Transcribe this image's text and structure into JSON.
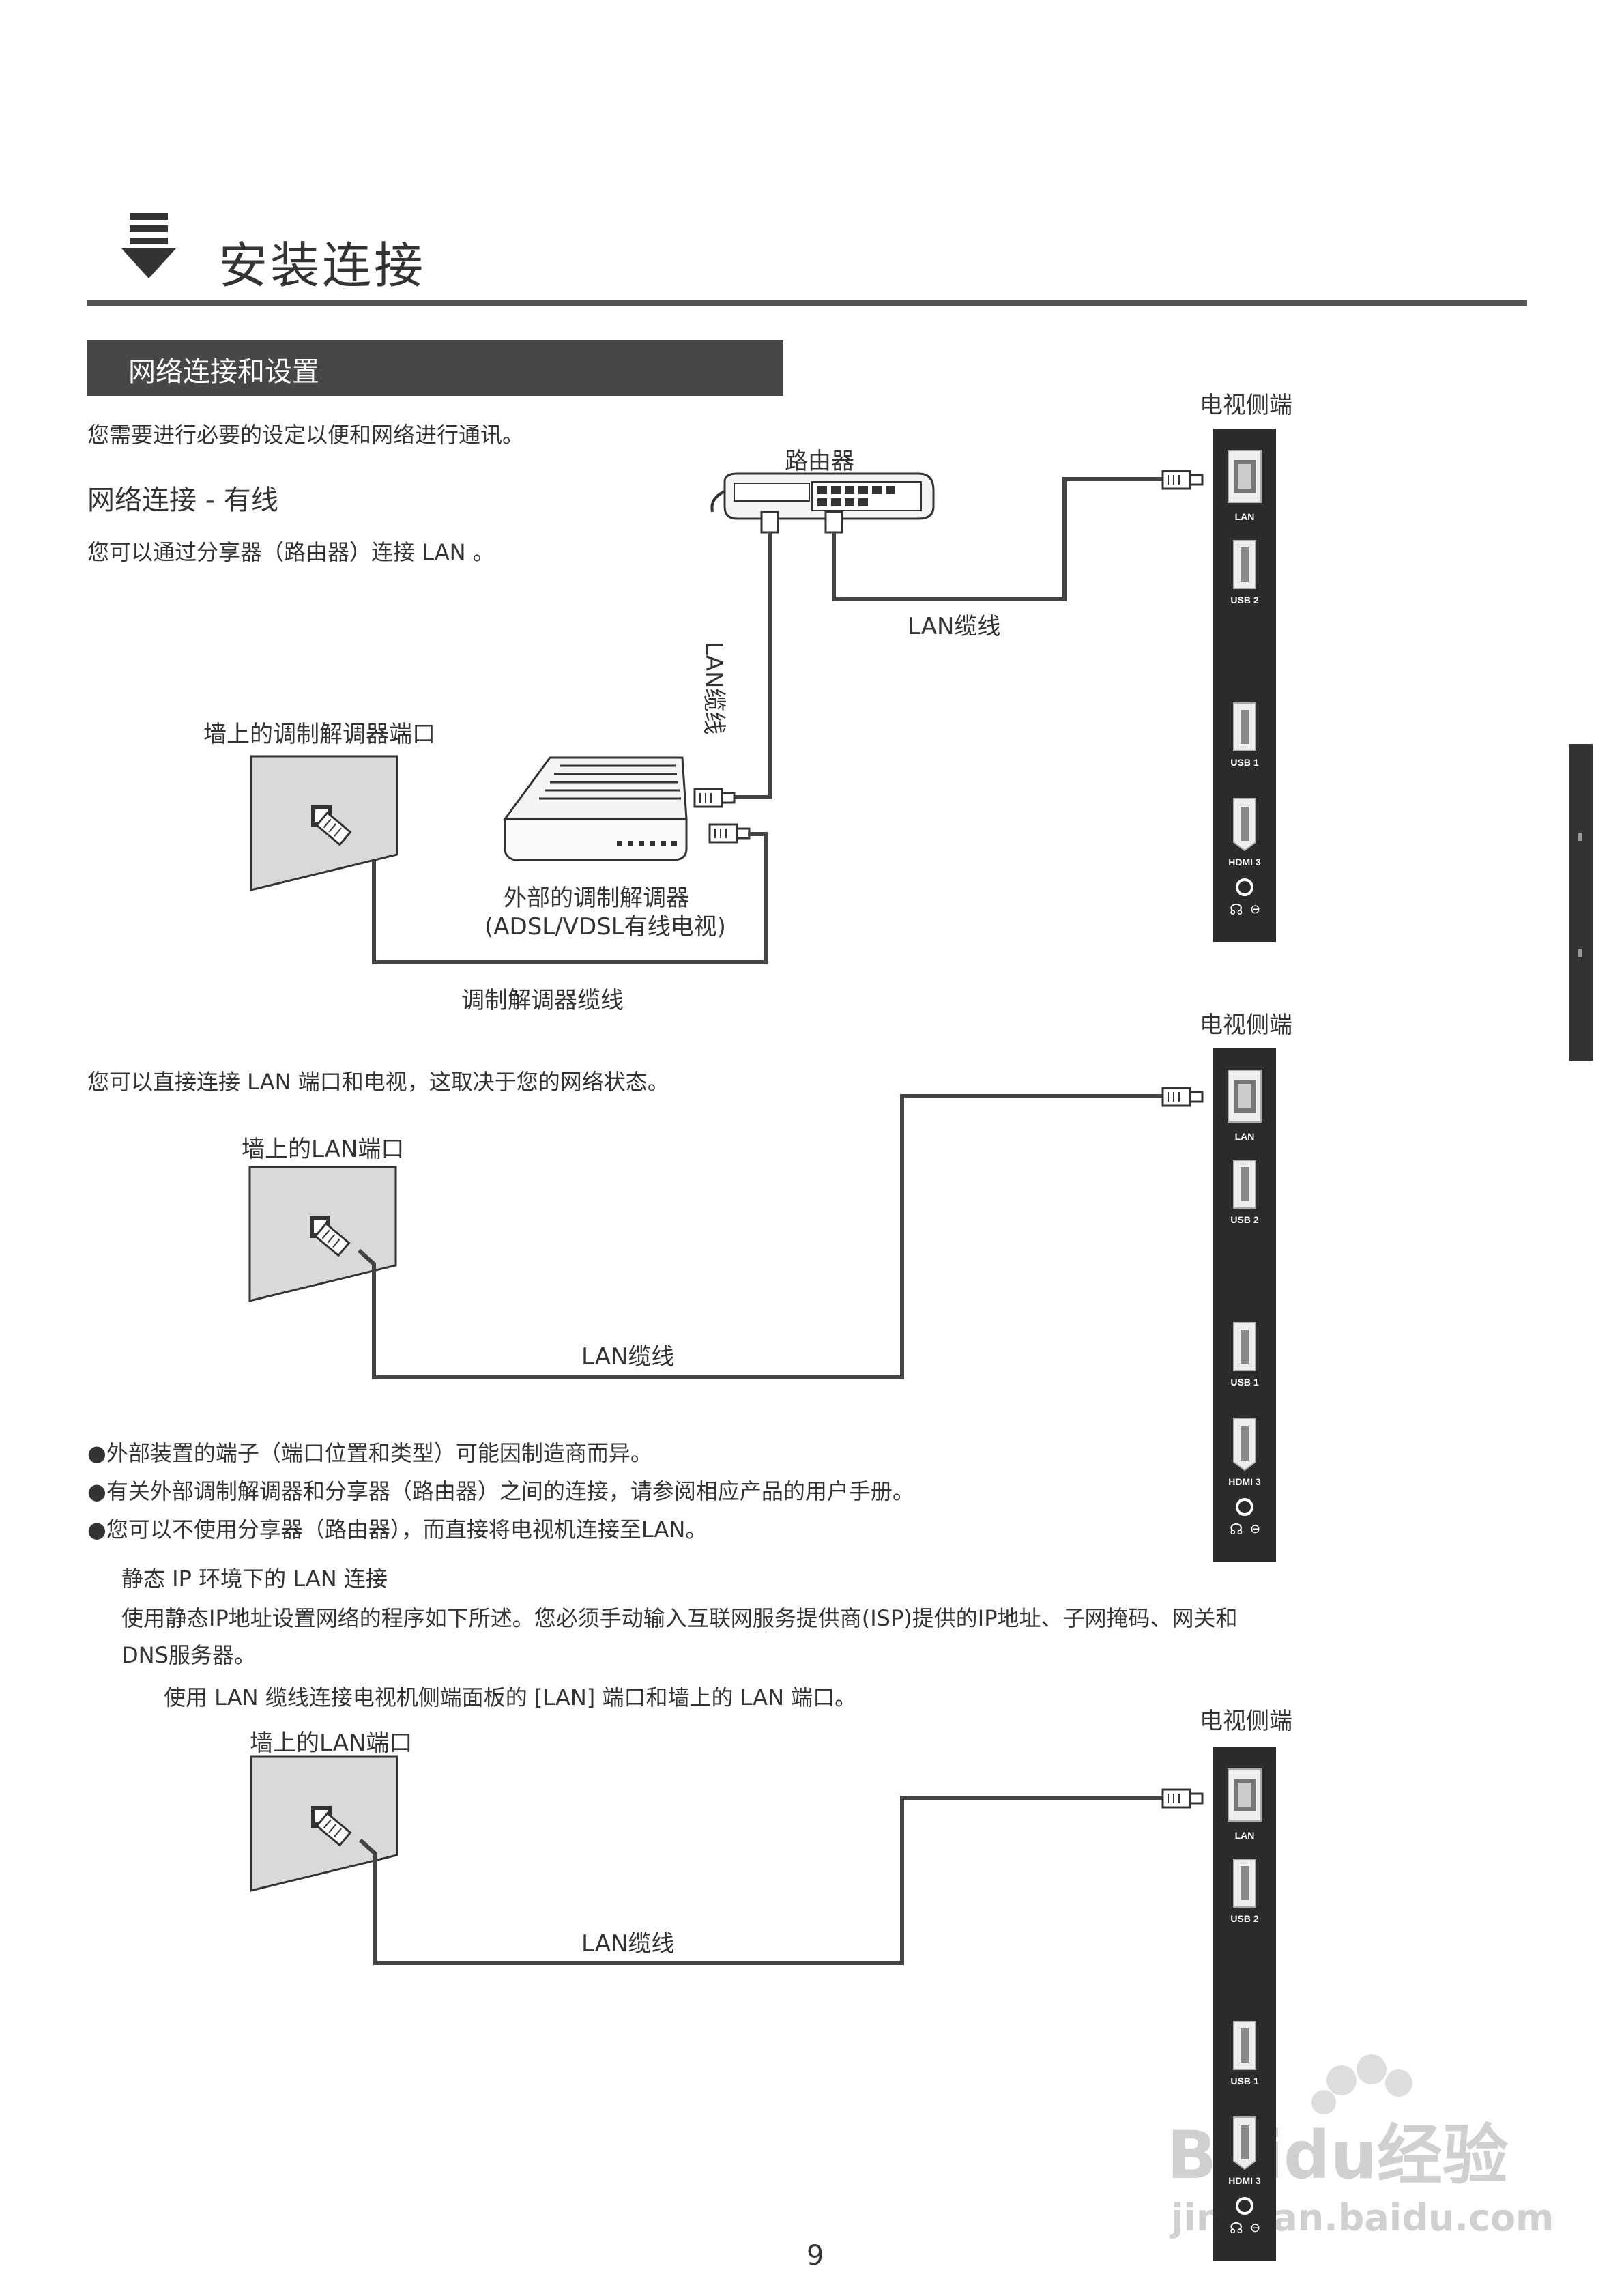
{
  "header": {
    "title": "安装连接"
  },
  "section": {
    "title": "网络连接和设置"
  },
  "intro": "您需要进行必要的设定以便和网络进行通讯。",
  "wired": {
    "heading": "网络连接 - 有线",
    "desc": "您可以通过分享器（路由器）连接 LAN 。"
  },
  "diagram1": {
    "router_label": "路由器",
    "tv_side_label": "电视侧端",
    "cable_label_horizontal": "LAN缆线",
    "cable_label_vertical": "LAN缆线",
    "wall_label": "墙上的调制解调器端口",
    "modem_label": "外部的调制解调器",
    "modem_sub": "(ADSL/VDSL有线电视)",
    "modem_cable_label": "调制解调器缆线"
  },
  "direct": {
    "desc": "您可以直接连接 LAN 端口和电视，这取决于您的网络状态。"
  },
  "diagram2": {
    "tv_side_label": "电视侧端",
    "wall_label": "墙上的LAN端口",
    "cable_label": "LAN缆线"
  },
  "notes": [
    "●外部装置的端子（端口位置和类型）可能因制造商而异。",
    "●有关外部调制解调器和分享器（路由器）之间的连接，请参阅相应产品的用户手册。",
    "●您可以不使用分享器（路由器），而直接将电视机连接至LAN。"
  ],
  "static": {
    "heading": "静态 IP 环境下的 LAN 连接",
    "para1": "使用静态IP地址设置网络的程序如下所述。您必须手动输入互联网服务提供商(ISP)提供的IP地址、子网掩码、网关和",
    "para2": "DNS服务器。",
    "step": "使用 LAN 缆线连接电视机侧端面板的 [LAN] 端口和墙上的 LAN 端口。"
  },
  "diagram3": {
    "tv_side_label": "电视侧端",
    "wall_label": "墙上的LAN端口",
    "cable_label": "LAN缆线"
  },
  "tv_panel": {
    "ports": [
      "LAN",
      "USB 2",
      "USB 1",
      "HDMI 3"
    ]
  },
  "page_number": "9",
  "watermark": {
    "brand": "Baidu经验",
    "url": "jingyan.baidu.com"
  }
}
